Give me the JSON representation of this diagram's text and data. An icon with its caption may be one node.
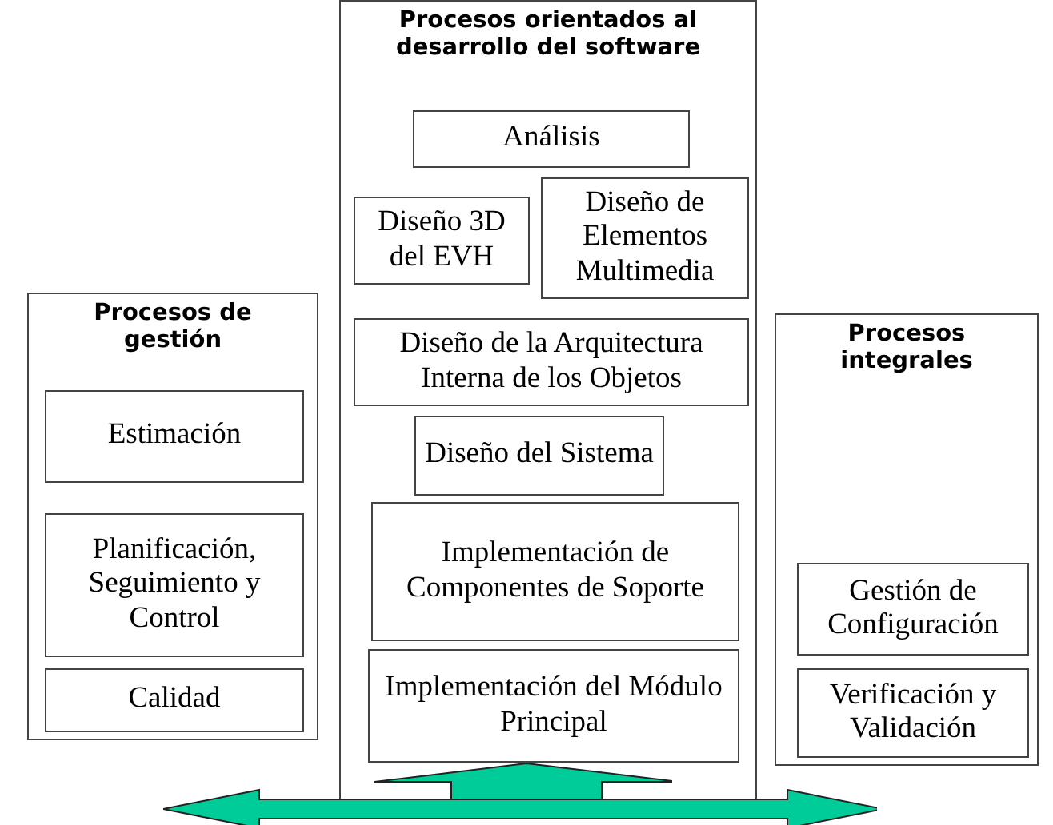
{
  "diagram": {
    "nodes": [
      {
        "text": [
          "Procesos de gestión"
        ]
      },
      {
        "text": [
          "Estimación"
        ],
        "in": 0
      },
      {
        "text": [
          "Planificación, Seguimiento y Control"
        ],
        "in": 0
      },
      {
        "text": [
          "Calidad"
        ],
        "in": 0
      },
      {
        "text": [
          "Procesos orientados al desarrollo del software"
        ]
      },
      {
        "text": [
          "Análisis"
        ],
        "in": 4
      },
      {
        "text": [
          "Diseño 3D del EVH"
        ],
        "in": 4
      },
      {
        "text": [
          "Diseño de Elementos Multimedia"
        ],
        "in": 4
      },
      {
        "text": [
          "Diseño de la Arquitectura Interna de los Objetos"
        ],
        "in": 4
      },
      {
        "text": [
          "Diseño del Sistema"
        ],
        "in": 4
      },
      {
        "text": [
          "Implementación de Componentes de Soporte"
        ],
        "in": 4
      },
      {
        "text": [
          "Implementación del Módulo Principal"
        ],
        "in": 4
      },
      {
        "text": [
          "Procesos integrales"
        ]
      },
      {
        "text": [
          "Gestión de Configuración"
        ],
        "in": 12
      },
      {
        "text": [
          "Verificación y Validación"
        ],
        "in": 12
      },
      {
        "text": [],
        "shape": "arrow",
        "in": 4
      },
      {
        "text": [],
        "shape": "arrow"
      }
    ]
  }
}
